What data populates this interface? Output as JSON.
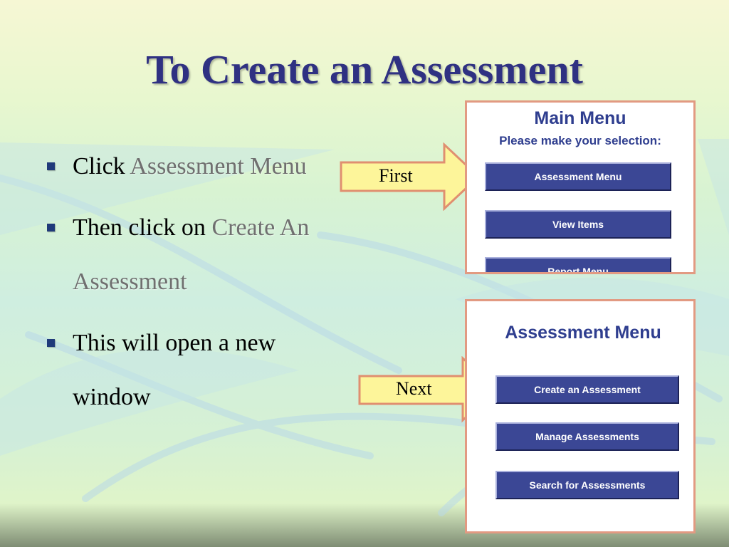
{
  "slide": {
    "title": "To Create an Assessment"
  },
  "bullets": [
    {
      "prefix": "Click ",
      "highlight": "Assessment Menu",
      "suffix": ""
    },
    {
      "prefix": "Then click on ",
      "highlight": "Create An Assessment",
      "suffix": ""
    },
    {
      "prefix": "This will open a new window",
      "highlight": "",
      "suffix": ""
    }
  ],
  "callouts": {
    "first": "First",
    "next": "Next"
  },
  "main_menu": {
    "title": "Main Menu",
    "subtitle": "Please make your selection:",
    "buttons": [
      "Assessment Menu",
      "View Items",
      "Report Menu"
    ]
  },
  "assessment_menu": {
    "title": "Assessment Menu",
    "buttons": [
      "Create an Assessment",
      "Manage Assessments",
      "Search for Assessments"
    ]
  },
  "colors": {
    "title": "#2f3182",
    "panel_heading": "#2f3e8f",
    "button_bg": "#3b4795",
    "panel_border": "#e29a82",
    "callout_fill": "#fdf59a",
    "callout_stroke": "#e08f70"
  }
}
